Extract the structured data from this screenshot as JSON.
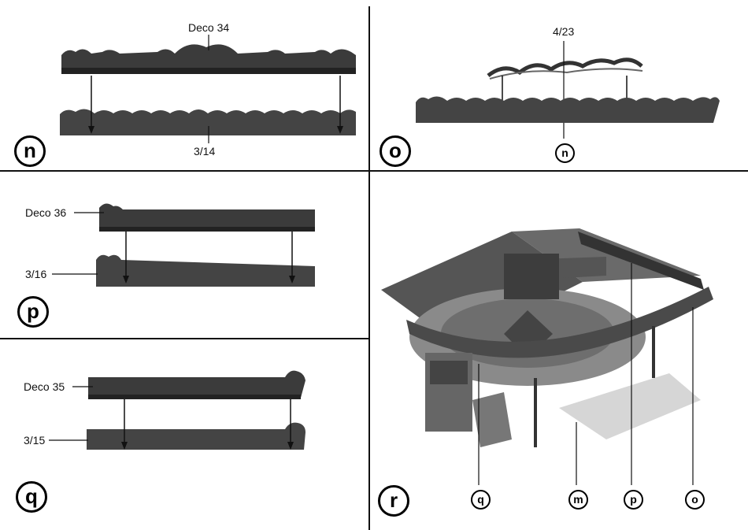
{
  "panels": {
    "n": {
      "step": "n",
      "deco_label": "Deco 34",
      "part_label": "3/14"
    },
    "o": {
      "step": "o",
      "part_label": "4/23",
      "ref_marker": "n"
    },
    "p": {
      "step": "p",
      "deco_label": "Deco 36",
      "part_label": "3/16"
    },
    "q": {
      "step": "q",
      "deco_label": "Deco 35",
      "part_label": "3/15"
    },
    "r": {
      "step": "r",
      "markers": [
        "q",
        "m",
        "p",
        "o"
      ]
    }
  },
  "colors": {
    "part_fill": "#444444",
    "line": "#111111",
    "background": "#ffffff"
  }
}
